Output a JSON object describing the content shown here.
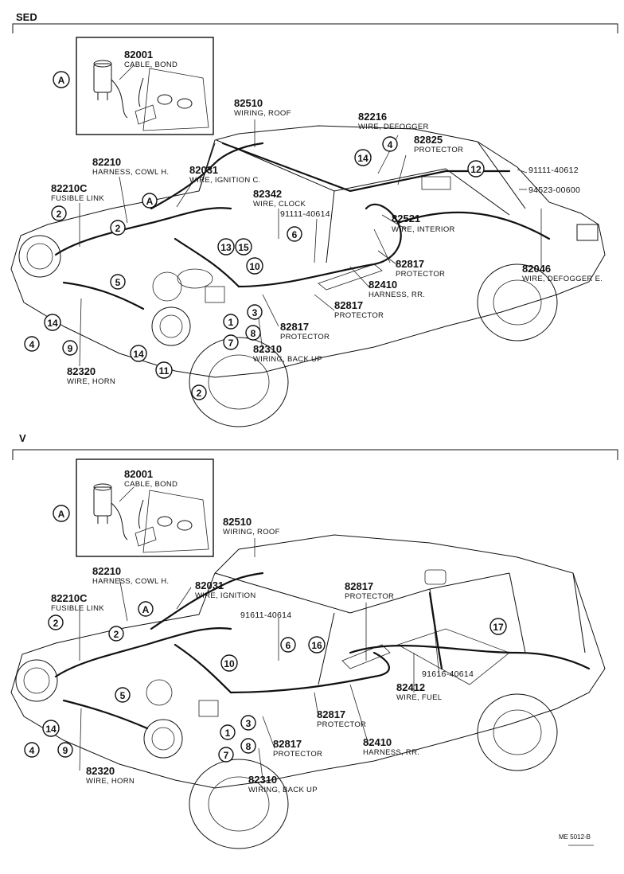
{
  "sections": {
    "sed": "SED",
    "v": "V"
  },
  "inset_marker": "A",
  "doc_code": "ME 5012-B",
  "sed": {
    "labels": [
      {
        "id": "s1",
        "num": "82001",
        "text": "CABLE, BOND"
      },
      {
        "id": "s2",
        "num": "82510",
        "text": "WIRING, ROOF"
      },
      {
        "id": "s3",
        "num": "82216",
        "text": "WIRE, DEFOGGER"
      },
      {
        "id": "s4",
        "num": "82825",
        "text": "PROTECTOR"
      },
      {
        "id": "s5",
        "num": "82210",
        "text": "HARNESS, COWL H."
      },
      {
        "id": "s6",
        "num": "82031",
        "text": "WIRE, IGNITION C."
      },
      {
        "id": "s7",
        "num": "82210C",
        "text": "FUSIBLE LINK"
      },
      {
        "id": "s8",
        "num": "82342",
        "text": "WIRE, CLOCK"
      },
      {
        "id": "s9",
        "num": "91111-40614",
        "text": ""
      },
      {
        "id": "s10",
        "num": "91111-40612",
        "text": ""
      },
      {
        "id": "s11",
        "num": "94523-00600",
        "text": ""
      },
      {
        "id": "s12",
        "num": "82521",
        "text": "WIRE, INTERIOR"
      },
      {
        "id": "s13",
        "num": "82817",
        "text": "PROTECTOR"
      },
      {
        "id": "s14",
        "num": "82046",
        "text": "WIRE, DEFOGGER E."
      },
      {
        "id": "s15",
        "num": "82410",
        "text": "HARNESS, RR."
      },
      {
        "id": "s16",
        "num": "82817",
        "text": "PROTECTOR"
      },
      {
        "id": "s17",
        "num": "82817",
        "text": "PROTECTOR"
      },
      {
        "id": "s18",
        "num": "82310",
        "text": "WIRING, BACK UP"
      },
      {
        "id": "s19",
        "num": "82320",
        "text": "WIRE, HORN"
      }
    ],
    "callouts": [
      "2",
      "2",
      "5",
      "4",
      "14",
      "9",
      "14",
      "11",
      "2",
      "13",
      "15",
      "10",
      "6",
      "3",
      "1",
      "8",
      "7",
      "14",
      "4",
      "12"
    ]
  },
  "v": {
    "labels": [
      {
        "id": "v1",
        "num": "82001",
        "text": "CABLE, BOND"
      },
      {
        "id": "v2",
        "num": "82510",
        "text": "WIRING, ROOF"
      },
      {
        "id": "v3",
        "num": "82210",
        "text": "HARNESS, COWL H."
      },
      {
        "id": "v4",
        "num": "82031",
        "text": "WIRE, IGNITION"
      },
      {
        "id": "v5",
        "num": "82210C",
        "text": "FUSIBLE LINK"
      },
      {
        "id": "v6",
        "num": "91611-40614",
        "text": ""
      },
      {
        "id": "v7",
        "num": "82817",
        "text": "PROTECTOR"
      },
      {
        "id": "v8",
        "num": "91616-40614",
        "text": ""
      },
      {
        "id": "v9",
        "num": "82412",
        "text": "WIRE, FUEL"
      },
      {
        "id": "v10",
        "num": "82817",
        "text": "PROTECTOR"
      },
      {
        "id": "v11",
        "num": "82410",
        "text": "HARNESS, RR."
      },
      {
        "id": "v12",
        "num": "82817",
        "text": "PROTECTOR"
      },
      {
        "id": "v13",
        "num": "82310",
        "text": "WIRING, BACK UP"
      },
      {
        "id": "v14",
        "num": "82320",
        "text": "WIRE, HORN"
      }
    ],
    "callouts": [
      "2",
      "2",
      "5",
      "4",
      "14",
      "9",
      "10",
      "6",
      "16",
      "17",
      "1",
      "3",
      "7",
      "8"
    ]
  }
}
